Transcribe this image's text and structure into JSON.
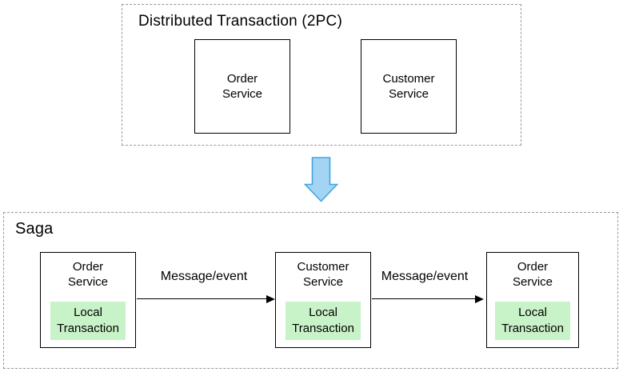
{
  "colors": {
    "dashed_border": "#999999",
    "node_border": "#000000",
    "arrow_line": "#000000",
    "transition_arrow_fill": "#A3D4F3",
    "transition_arrow_stroke": "#41A7E2",
    "local_transaction_bg": "#C8F2C8"
  },
  "two_pc_section": {
    "title": "Distributed Transaction (2PC)",
    "nodes": [
      {
        "label": "Order\nService"
      },
      {
        "label": "Customer\nService"
      }
    ]
  },
  "transition_arrow": {
    "icon": "down-arrow"
  },
  "saga_section": {
    "title": "Saga",
    "nodes": [
      {
        "label": "Order\nService",
        "local_transaction": "Local\nTransaction"
      },
      {
        "label": "Customer\nService",
        "local_transaction": "Local\nTransaction"
      },
      {
        "label": "Order\nService",
        "local_transaction": "Local\nTransaction"
      }
    ],
    "arrows": [
      {
        "label": "Message/event"
      },
      {
        "label": "Message/event"
      }
    ]
  }
}
